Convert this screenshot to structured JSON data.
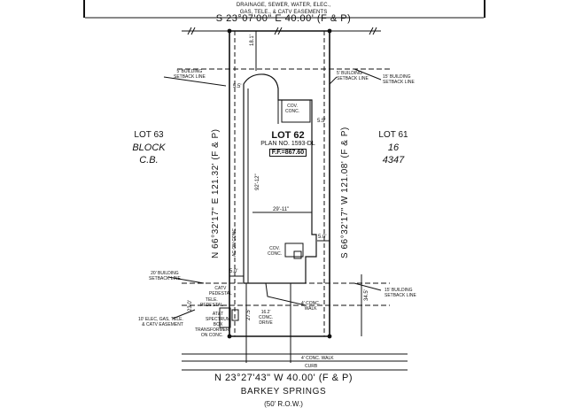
{
  "header": {
    "easement_line1": "DRAINAGE, SEWER, WATER, ELEC.,",
    "easement_line2": "GAS, TELE., & CATV EASEMENTS"
  },
  "bearings": {
    "top": "S 23°07'00\" E 40.00' (F & P)",
    "bottom": "N 23°27'43\" W 40.00' (F & P)",
    "left": "N 66°32'17\" E 121.32' (F & P)",
    "right": "S 66°32'17\" W 121.08' (F & P)"
  },
  "street": {
    "name": "BARKEY SPRINGS",
    "row": "(50' R.O.W.)"
  },
  "lots": {
    "left": {
      "lot": "LOT 63",
      "block": "BLOCK",
      "block_val": "C.B."
    },
    "right": {
      "lot": "LOT 61",
      "block": "16",
      "block_val": "4347"
    },
    "center": {
      "lot": "LOT 62",
      "plan": "PLAN NO. 1593-DL",
      "ff": "F.F.=867.60"
    }
  },
  "labels": {
    "setback_5_left": "5' BUILDING\nSETBACK LINE",
    "setback_5_right": "5' BUILDING\nSETBACK LINE",
    "setback_15_top": "15' BUILDING\nSETBACK LINE",
    "setback_20": "20' BUILDING\nSETBACK LINE",
    "setback_15_bot": "15' BUILDING\nSETBACK LINE",
    "elec_easement": "10' ELEC, GAS, TELE.\n& CATV EASEMENT",
    "catv": "CATV\nPEDESTAL",
    "tele": "TELE.\nPEDESTAL",
    "att": "AT&T\nSPECTRUM\nBOX",
    "transformer": "TRANSFORMER\nON CONC.",
    "cov_conc_top": "COV.\nCONC.",
    "cov_conc_mid": "COV.\nCONC.",
    "ac_conc": "AC ON CONC.",
    "walk_conc": "4' CONC.\nWALK",
    "drive": "16.2'\nCONC.\nDRIVE",
    "walk_bottom": "4' CONC. WALK",
    "curb": "CURB"
  },
  "dimensions": {
    "d_18_1": "18.1'",
    "d_5_5_left": "5.5'",
    "d_5_5_right": "5.5'",
    "d_92_12": "92'-12\"",
    "d_29_11": "29'-11\"",
    "d_5_0_right": "5.0'",
    "d_5_0_left": "5.0'",
    "d_34_5": "34.5'",
    "d_27_5": "27.5'",
    "d_23_0": "23.0'"
  }
}
